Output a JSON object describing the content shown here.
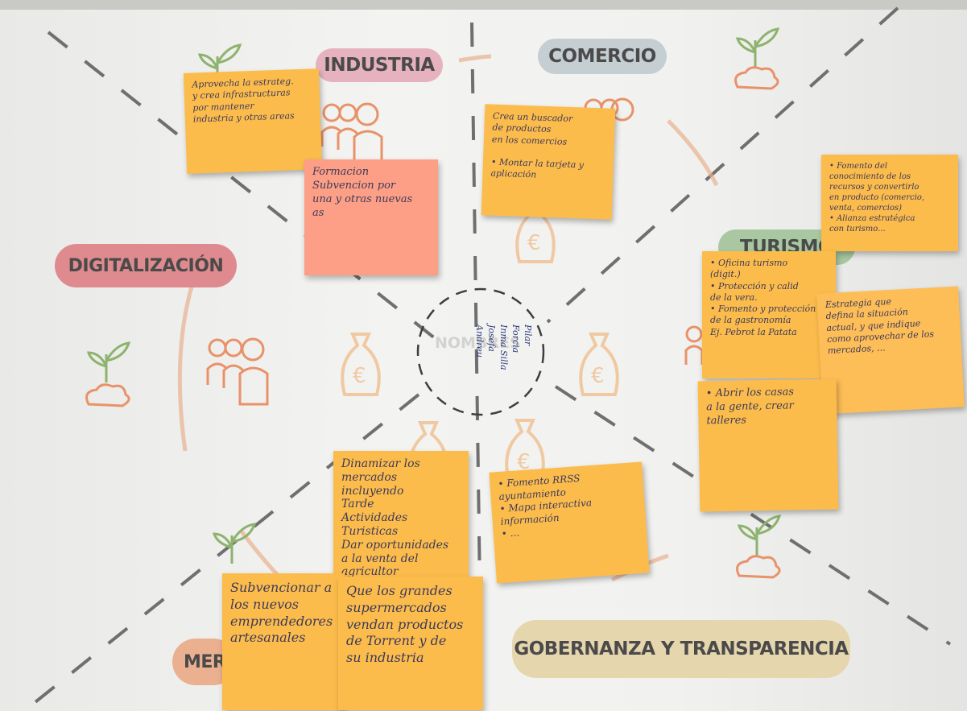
{
  "board": {
    "topics": {
      "industria": "INDUSTRIA",
      "comercio": "COMERCIO",
      "digitalizacion": "DIGITALIZACIÓN",
      "turismo": "TURISMO",
      "mercados": "MER",
      "gobernanza": "GOBERNANZA Y TRANSPARENCIA"
    },
    "center": {
      "label": "NOMBRES",
      "names": "Pilar Forcia\nInma Silla\nJosefa Andreu"
    }
  },
  "notes": {
    "industria": "Aprovecha la estrateg.\ny crea infrastructuras\npor mantener\nindustria y otras areas",
    "formacion": "Formacion\nSubvencion por\nuna y otras nuevas\nas",
    "comercio": "Crea un buscador\nde productos\nen los comercios\n\n• Montar la tarjeta y\naplicación",
    "turismo_top": "• Fomento del\nconocimiento de los\nrecursos y convertirlo\nen producto (comercio,\nventa, comercios)\n• Alianza estratégica\ncon turismo...",
    "turismo_list": "• Oficina turismo\n  (digit.)\n• Protección y calid\nde la vera.\n• Fomento y protección\nde la gastronomía\nEj. Pebrot la Patata",
    "turismo_strategy": "Estrategia que\ndefina la situación\nactual, y que indique\ncomo aprovechar de los\nmercados, ...",
    "talleres": "• Abrir los casas\na la gente, crear\ntalleres",
    "mercados_dinamizar": "Dinamizar los\nmercados incluyendo\nTarde\nActividades\nTuristicas\nDar oportunidades\na la venta del\nagricultor",
    "rrss": "• Fomento RRSS\nayuntamiento\n• Mapa interactiva\ninformación\n• ...",
    "subvencionar": "Subvencionar a\nlos nuevos\nemprendedores\nartesanales",
    "supermercados": "Que los grandes\nsupermercados\nvendan productos\nde Torrent y de\nsu industria"
  },
  "colors": {
    "note_yellow": "#fcbc4c",
    "note_pink": "#fd9f86",
    "industria_pill": "#e7b2c0",
    "comercio_pill": "#c5ced3",
    "digitalizacion_pill": "#df8a8e",
    "turismo_pill": "#a9c8a1",
    "mercados_pill": "#eab08f",
    "gobernanza_pill": "#e6d6ad",
    "icon_orange": "#e8926a",
    "icon_green": "#8db36e"
  },
  "icons": [
    "sprout-icon",
    "people-icon",
    "money-bag-icon"
  ]
}
